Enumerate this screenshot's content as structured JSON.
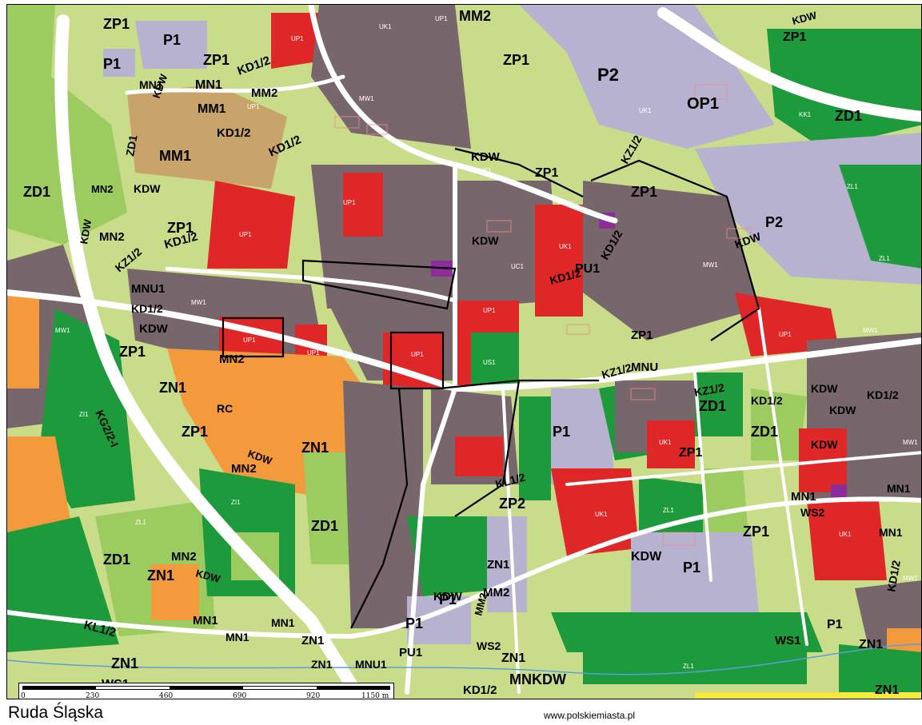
{
  "map": {
    "title": "Ruda Śląska",
    "website": "www.polskiemiasta.pl",
    "scale_ticks": [
      "0",
      "230",
      "460",
      "690",
      "920",
      "1150 m"
    ],
    "colors": {
      "UP1": "#e02727",
      "UK1": "#e02727",
      "MW1": "#77676c",
      "ZP1": "#c9dc8a",
      "ZN1": "#9ccc60",
      "ZL1": "#1d9a3c",
      "MN": "#f39a3c",
      "MM": "#c9a46a",
      "P": "#b7b2d0",
      "road": "#ffffff"
    },
    "labels": [
      {
        "text": "ZP1"
      },
      {
        "text": "P1"
      },
      {
        "text": "P1"
      },
      {
        "text": "ZP1"
      },
      {
        "text": "MN1"
      },
      {
        "text": "KD1/2"
      },
      {
        "text": "MN1"
      },
      {
        "text": "KDW"
      },
      {
        "text": "MM1"
      },
      {
        "text": "MM2"
      },
      {
        "text": "KD1/2"
      },
      {
        "text": "MM1"
      },
      {
        "text": "ZD1"
      },
      {
        "text": "KD1/2"
      },
      {
        "text": "KDW"
      },
      {
        "text": "MN2"
      },
      {
        "text": "ZD1"
      },
      {
        "text": "MN2"
      },
      {
        "text": "KDW"
      },
      {
        "text": "ZP1"
      },
      {
        "text": "KD1/2"
      },
      {
        "text": "KZ1/2"
      },
      {
        "text": "MNU1"
      },
      {
        "text": "KD1/2"
      },
      {
        "text": "KDW"
      },
      {
        "text": "ZP1"
      },
      {
        "text": "KG2/2-I"
      },
      {
        "text": "ZN1"
      },
      {
        "text": "MN2"
      },
      {
        "text": "RC"
      },
      {
        "text": "ZP1"
      },
      {
        "text": "ZN1"
      },
      {
        "text": "MN2"
      },
      {
        "text": "KDW"
      },
      {
        "text": "ZD1"
      },
      {
        "text": "ZN1"
      },
      {
        "text": "ZD1"
      },
      {
        "text": "MN2"
      },
      {
        "text": "KDW"
      },
      {
        "text": "ZN1"
      },
      {
        "text": "MN1"
      },
      {
        "text": "KL1/2"
      },
      {
        "text": "MN1"
      },
      {
        "text": "MN1"
      },
      {
        "text": "ZN1"
      },
      {
        "text": "ZN1"
      },
      {
        "text": "WS1"
      },
      {
        "text": "ZN1"
      },
      {
        "text": "MNU1"
      },
      {
        "text": "MM2"
      },
      {
        "text": "ZP1"
      },
      {
        "text": "P2"
      },
      {
        "text": "OP1"
      },
      {
        "text": "ZD1"
      },
      {
        "text": "ZP1"
      },
      {
        "text": "KDW"
      },
      {
        "text": "KZ1/2"
      },
      {
        "text": "KDW"
      },
      {
        "text": "ZP1"
      },
      {
        "text": "ZP1"
      },
      {
        "text": "P2"
      },
      {
        "text": "KDW"
      },
      {
        "text": "PU1"
      },
      {
        "text": "KD1/2"
      },
      {
        "text": "KD1/2"
      },
      {
        "text": "KDW"
      },
      {
        "text": "MNU"
      },
      {
        "text": "ZP1"
      },
      {
        "text": "KZ1/2"
      },
      {
        "text": "KD1/2"
      },
      {
        "text": "ZD1"
      },
      {
        "text": "ZD1"
      },
      {
        "text": "P1"
      },
      {
        "text": "ZP1"
      },
      {
        "text": "ZP2"
      },
      {
        "text": "KL1/2"
      },
      {
        "text": "MN1"
      },
      {
        "text": "WS2"
      },
      {
        "text": "MN1"
      },
      {
        "text": "ZP1"
      },
      {
        "text": "KDW"
      },
      {
        "text": "P1"
      },
      {
        "text": "P1"
      },
      {
        "text": "MM2"
      },
      {
        "text": "KDW"
      },
      {
        "text": "P1"
      },
      {
        "text": "WS2"
      },
      {
        "text": "PU1"
      },
      {
        "text": "ZN1"
      },
      {
        "text": "WS1"
      },
      {
        "text": "P1"
      },
      {
        "text": "ZN1"
      },
      {
        "text": "ZN1"
      },
      {
        "text": "MNKDW"
      },
      {
        "text": "KD1/2"
      },
      {
        "text": "MN1"
      },
      {
        "text": "KDW"
      },
      {
        "text": "KD1/2"
      },
      {
        "text": "KZ1/2"
      },
      {
        "text": "KDW"
      },
      {
        "text": "KDW"
      },
      {
        "text": "MM2"
      },
      {
        "text": "KD1/2"
      }
    ]
  }
}
